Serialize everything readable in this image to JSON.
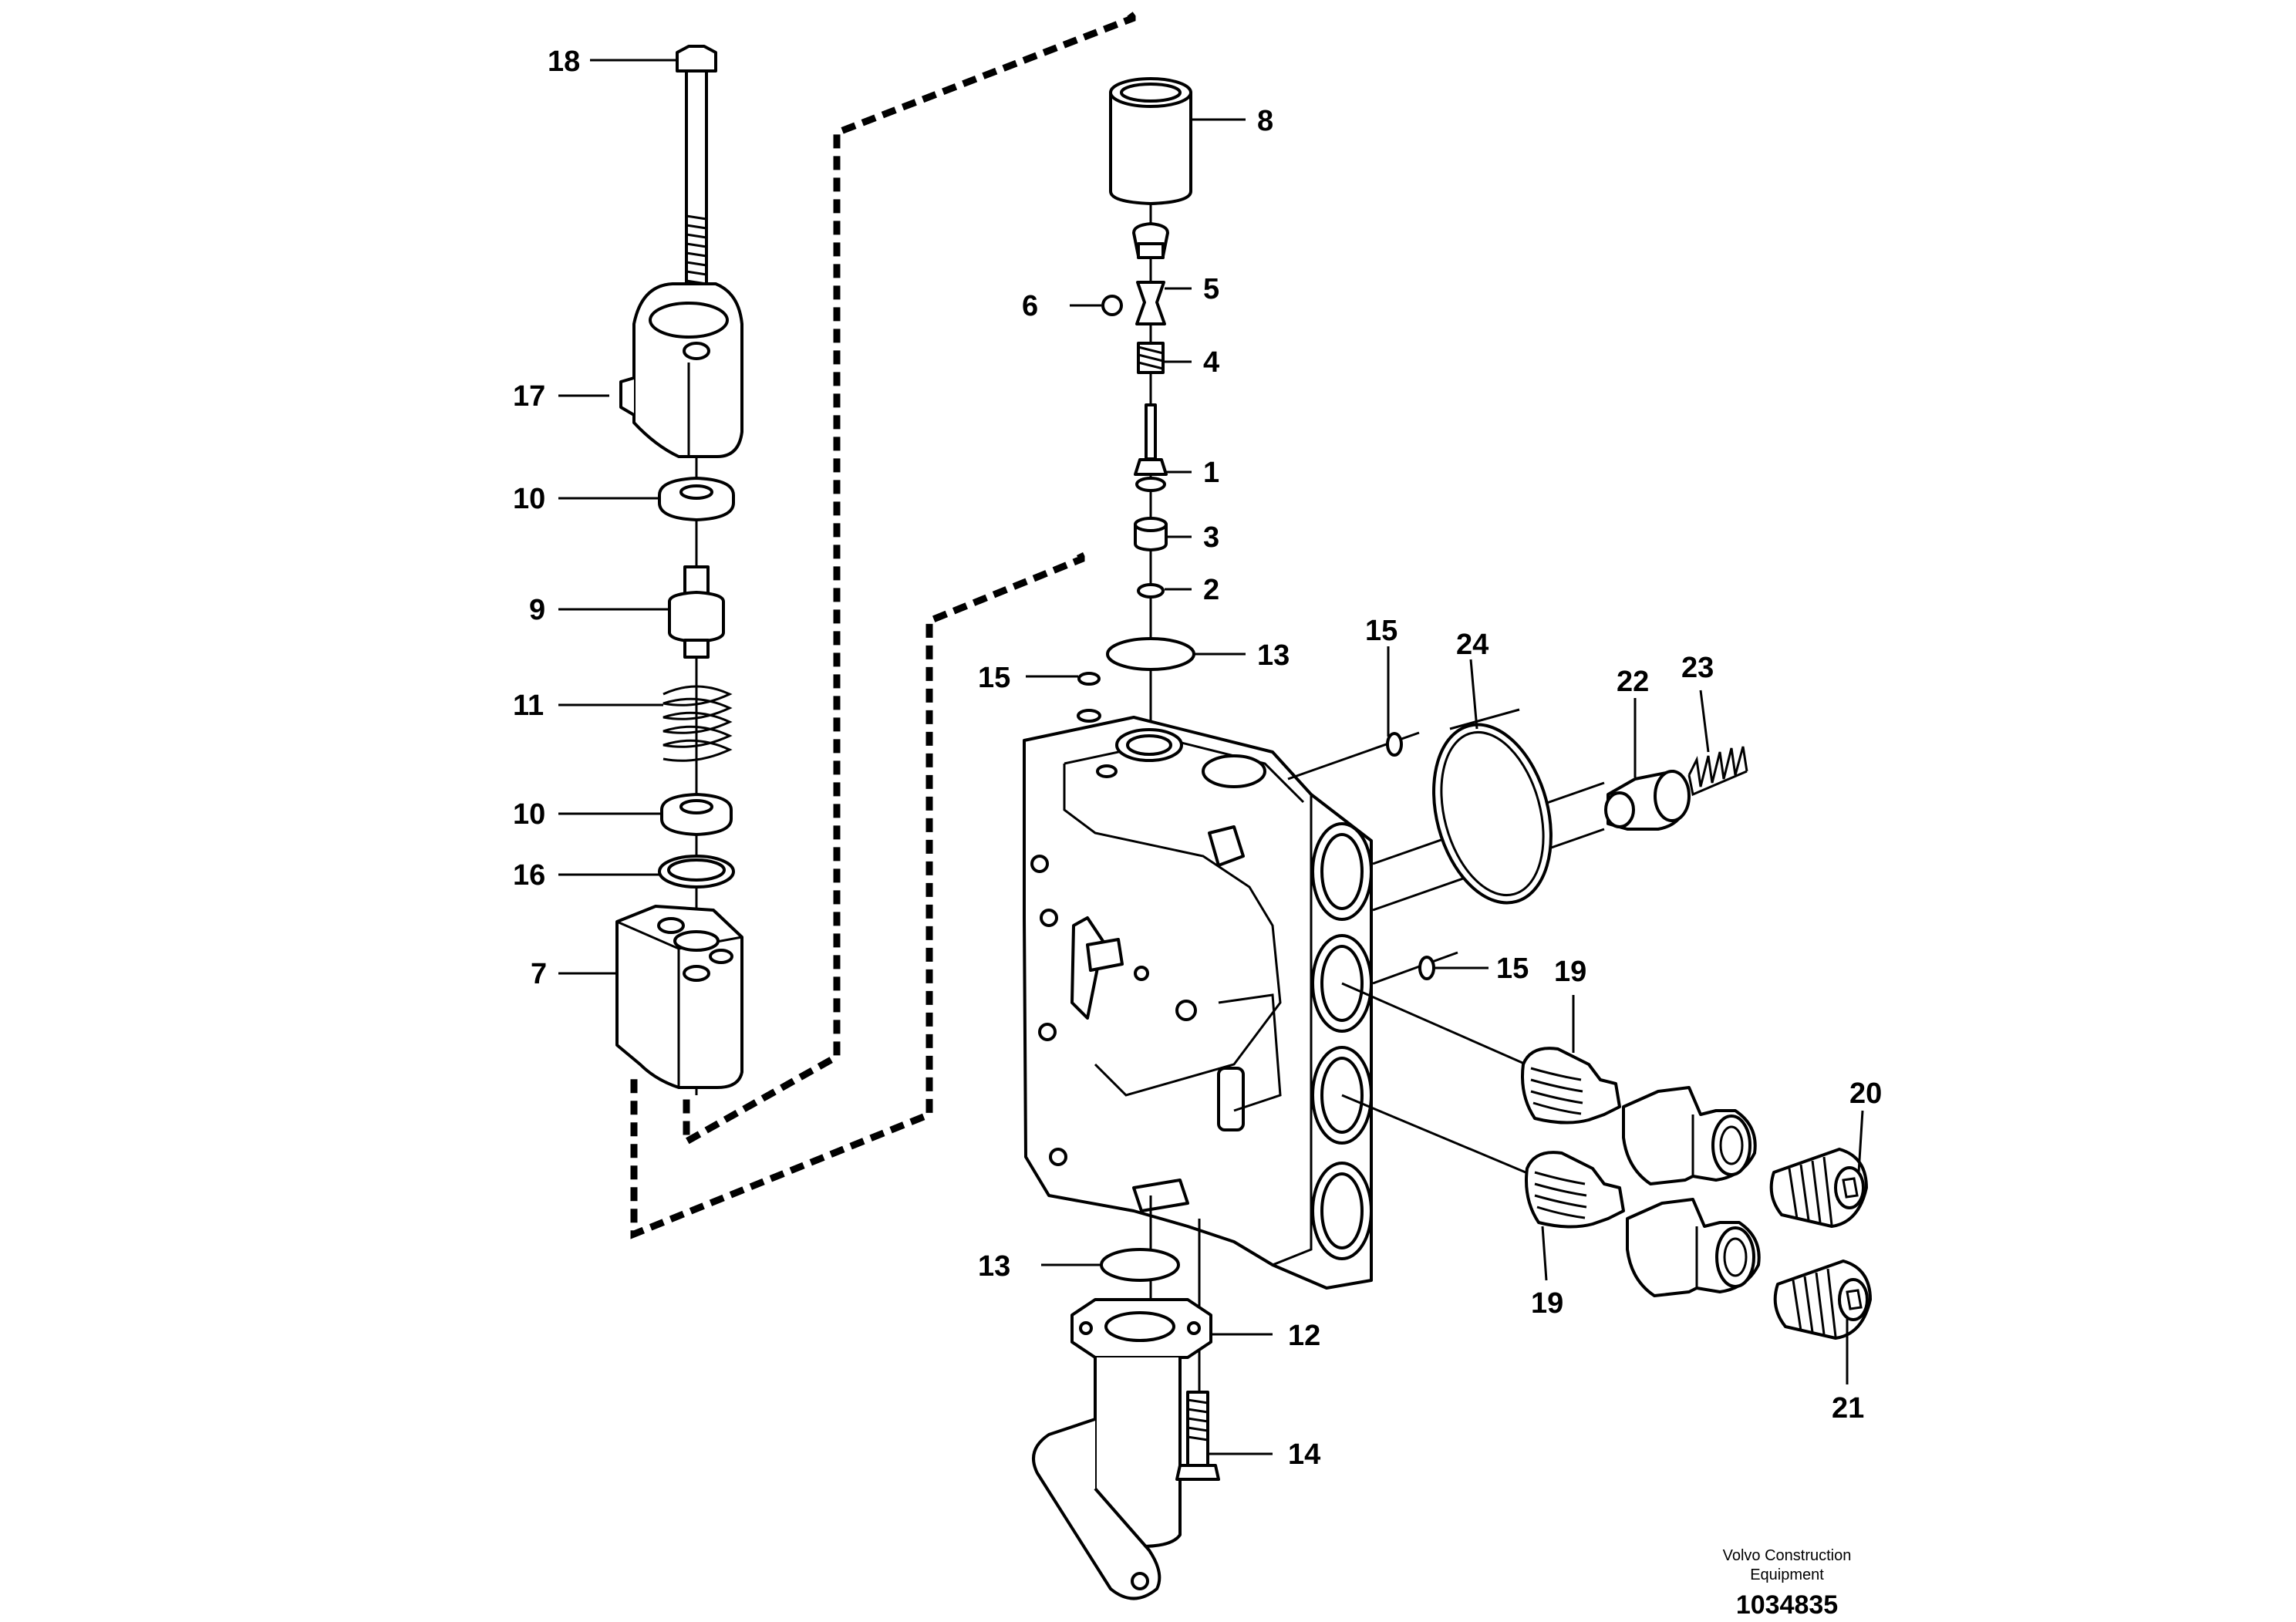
{
  "callouts": {
    "c1": "1",
    "c2": "2",
    "c3": "3",
    "c4": "4",
    "c5": "5",
    "c6": "6",
    "c7": "7",
    "c8": "8",
    "c9": "9",
    "c10a": "10",
    "c10b": "10",
    "c11": "11",
    "c12": "12",
    "c13a": "13",
    "c13b": "13",
    "c14": "14",
    "c15a": "15",
    "c15b": "15",
    "c15c": "15",
    "c16": "16",
    "c17": "17",
    "c18": "18",
    "c19a": "19",
    "c19b": "19",
    "c20": "20",
    "c21": "21",
    "c22": "22",
    "c23": "23",
    "c24": "24"
  },
  "credit": {
    "line1": "Volvo Construction",
    "line2": "Equipment"
  },
  "document_number": "1034835"
}
